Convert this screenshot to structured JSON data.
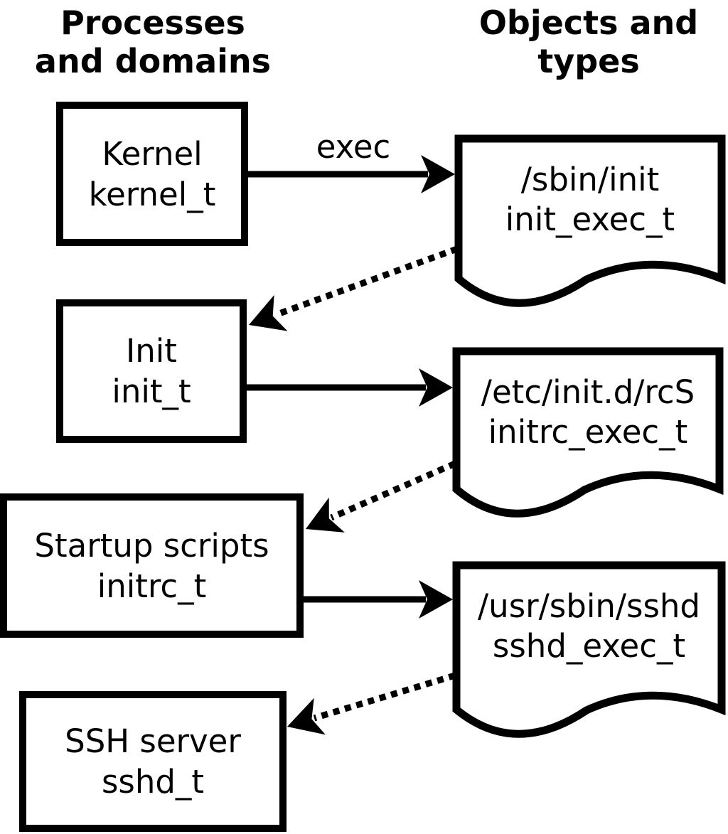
{
  "diagram": {
    "left_column_title": "Processes\nand domains",
    "right_column_title": "Objects and\ntypes",
    "processes": [
      {
        "name": "Kernel",
        "domain": "kernel_t"
      },
      {
        "name": "Init",
        "domain": "init_t"
      },
      {
        "name": "Startup scripts",
        "domain": "initrc_t"
      },
      {
        "name": "SSH server",
        "domain": "sshd_t"
      }
    ],
    "objects": [
      {
        "path": "/sbin/init",
        "type": "init_exec_t"
      },
      {
        "path": "/etc/init.d/rcS",
        "type": "initrc_exec_t"
      },
      {
        "path": "/usr/sbin/sshd",
        "type": "sshd_exec_t"
      }
    ],
    "edge_label_exec": "exec",
    "edges": [
      {
        "from": "Kernel (kernel_t)",
        "to": "/sbin/init (init_exec_t)",
        "style": "solid",
        "label": "exec"
      },
      {
        "from": "/sbin/init (init_exec_t)",
        "to": "Init (init_t)",
        "style": "dotted",
        "label": ""
      },
      {
        "from": "Init (init_t)",
        "to": "/etc/init.d/rcS (initrc_exec_t)",
        "style": "solid",
        "label": ""
      },
      {
        "from": "/etc/init.d/rcS (initrc_exec_t)",
        "to": "Startup scripts (initrc_t)",
        "style": "dotted",
        "label": ""
      },
      {
        "from": "Startup scripts (initrc_t)",
        "to": "/usr/sbin/sshd (sshd_exec_t)",
        "style": "solid",
        "label": ""
      },
      {
        "from": "/usr/sbin/sshd (sshd_exec_t)",
        "to": "SSH server (sshd_t)",
        "style": "dotted",
        "label": ""
      }
    ],
    "colors": {
      "foreground": "#000000",
      "background": "#ffffff"
    }
  }
}
